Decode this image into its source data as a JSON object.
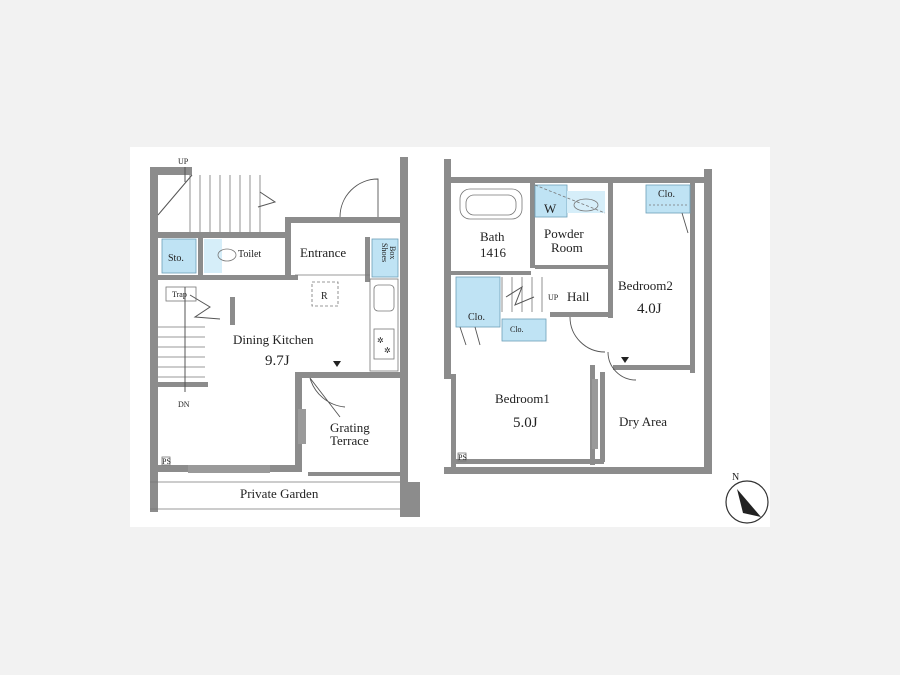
{
  "floor1": {
    "up": "UP",
    "dn": "DN",
    "sto": "Sto.",
    "toilet": "Toilet",
    "entrance": "Entrance",
    "shoes_box_1": "Shoes",
    "shoes_box_2": "Box",
    "trap": "Trap",
    "r_mark": "R",
    "dining_kitchen": "Dining Kitchen",
    "dining_size": "9.7J",
    "grating_terrace_1": "Grating",
    "grating_terrace_2": "Terrace",
    "ps": "PS",
    "private_garden": "Private Garden"
  },
  "floor2": {
    "bath": "Bath",
    "bath_size": "1416",
    "w": "W",
    "powder_room_1": "Powder",
    "powder_room_2": "Room",
    "clo_bedroom2": "Clo.",
    "bedroom2": "Bedroom2",
    "bedroom2_size": "4.0J",
    "hall": "Hall",
    "up": "UP",
    "clo_left": "Clo.",
    "clo_small": "Clo.",
    "bedroom1": "Bedroom1",
    "bedroom1_size": "5.0J",
    "dry_area": "Dry Area",
    "ps": "PS"
  },
  "compass": {
    "north": "N"
  },
  "colors": {
    "wall": "#8c8c8c",
    "storage": "#bfe3f4",
    "background": "#f2f2f2"
  }
}
